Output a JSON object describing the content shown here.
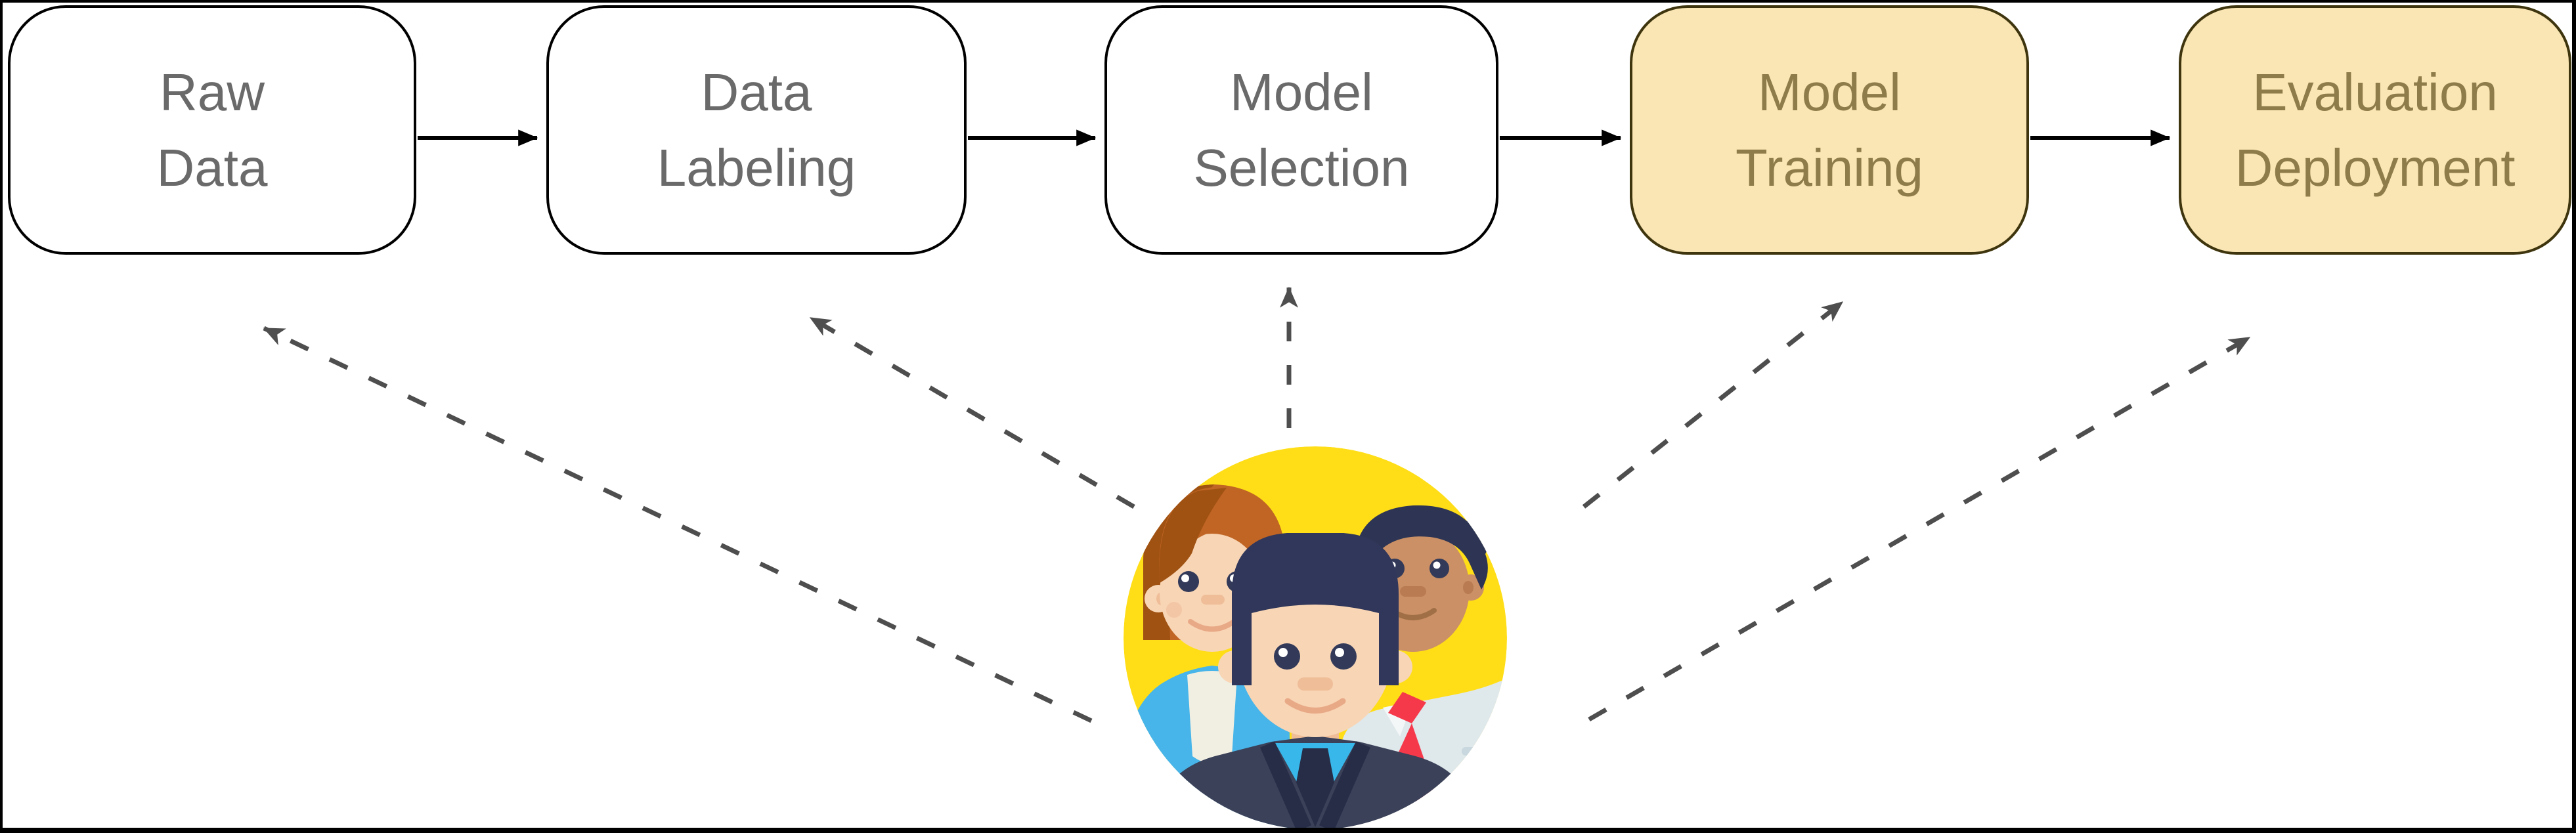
{
  "diagram_type": "machine-learning pipeline flowchart with human-in-the-loop team",
  "stages": [
    {
      "label": "Raw Data",
      "line1": "Raw",
      "line2": "Data",
      "highlighted": false
    },
    {
      "label": "Data Labeling",
      "line1": "Data",
      "line2": "Labeling",
      "highlighted": false
    },
    {
      "label": "Model Selection",
      "line1": "Model",
      "line2": "Selection",
      "highlighted": false
    },
    {
      "label": "Model Training",
      "line1": "Model",
      "line2": "Training",
      "highlighted": true
    },
    {
      "label": "Evaluation Deployment",
      "line1": "Evaluation",
      "line2": "Deployment",
      "highlighted": true
    }
  ],
  "connections": {
    "flow": [
      [
        "Raw Data",
        "Data Labeling"
      ],
      [
        "Data Labeling",
        "Model Selection"
      ],
      [
        "Model Selection",
        "Model Training"
      ],
      [
        "Model Training",
        "Evaluation Deployment"
      ]
    ],
    "team_dashed_arrows_to": [
      "Raw Data",
      "Data Labeling",
      "Model Selection",
      "Model Training",
      "Evaluation Deployment"
    ]
  },
  "icons": {
    "center": "team-icon (three flat-style people — woman with orange bob, man in dark suit with blue shirt, man with red tie — on a yellow circle)"
  },
  "colors": {
    "background": "#FFFFFF",
    "frame_border": "#000000",
    "box_fill": "#FFFFFF",
    "box_border": "#000000",
    "box_text": "#6A6A6A",
    "highlight_fill": "#FAE6B4",
    "highlight_border": "#3E350E",
    "highlight_text": "#8E7C4A",
    "flow_arrow": "#000000",
    "dashed_arrow": "#4E4E4E",
    "team_bg_circle": "#FFDE17",
    "skin_light": "#F8D5B5",
    "skin_dark": "#CB9065",
    "hair_navy": "#30375A",
    "hair_orange": "#C06524",
    "sweater_blue": "#47B5E9",
    "shirt_blue": "#38B7EA",
    "suit_navy": "#3B4159",
    "shirt_gray": "#DFE8EB",
    "tie_red": "#F5394B",
    "tie_navy": "#272D47"
  }
}
